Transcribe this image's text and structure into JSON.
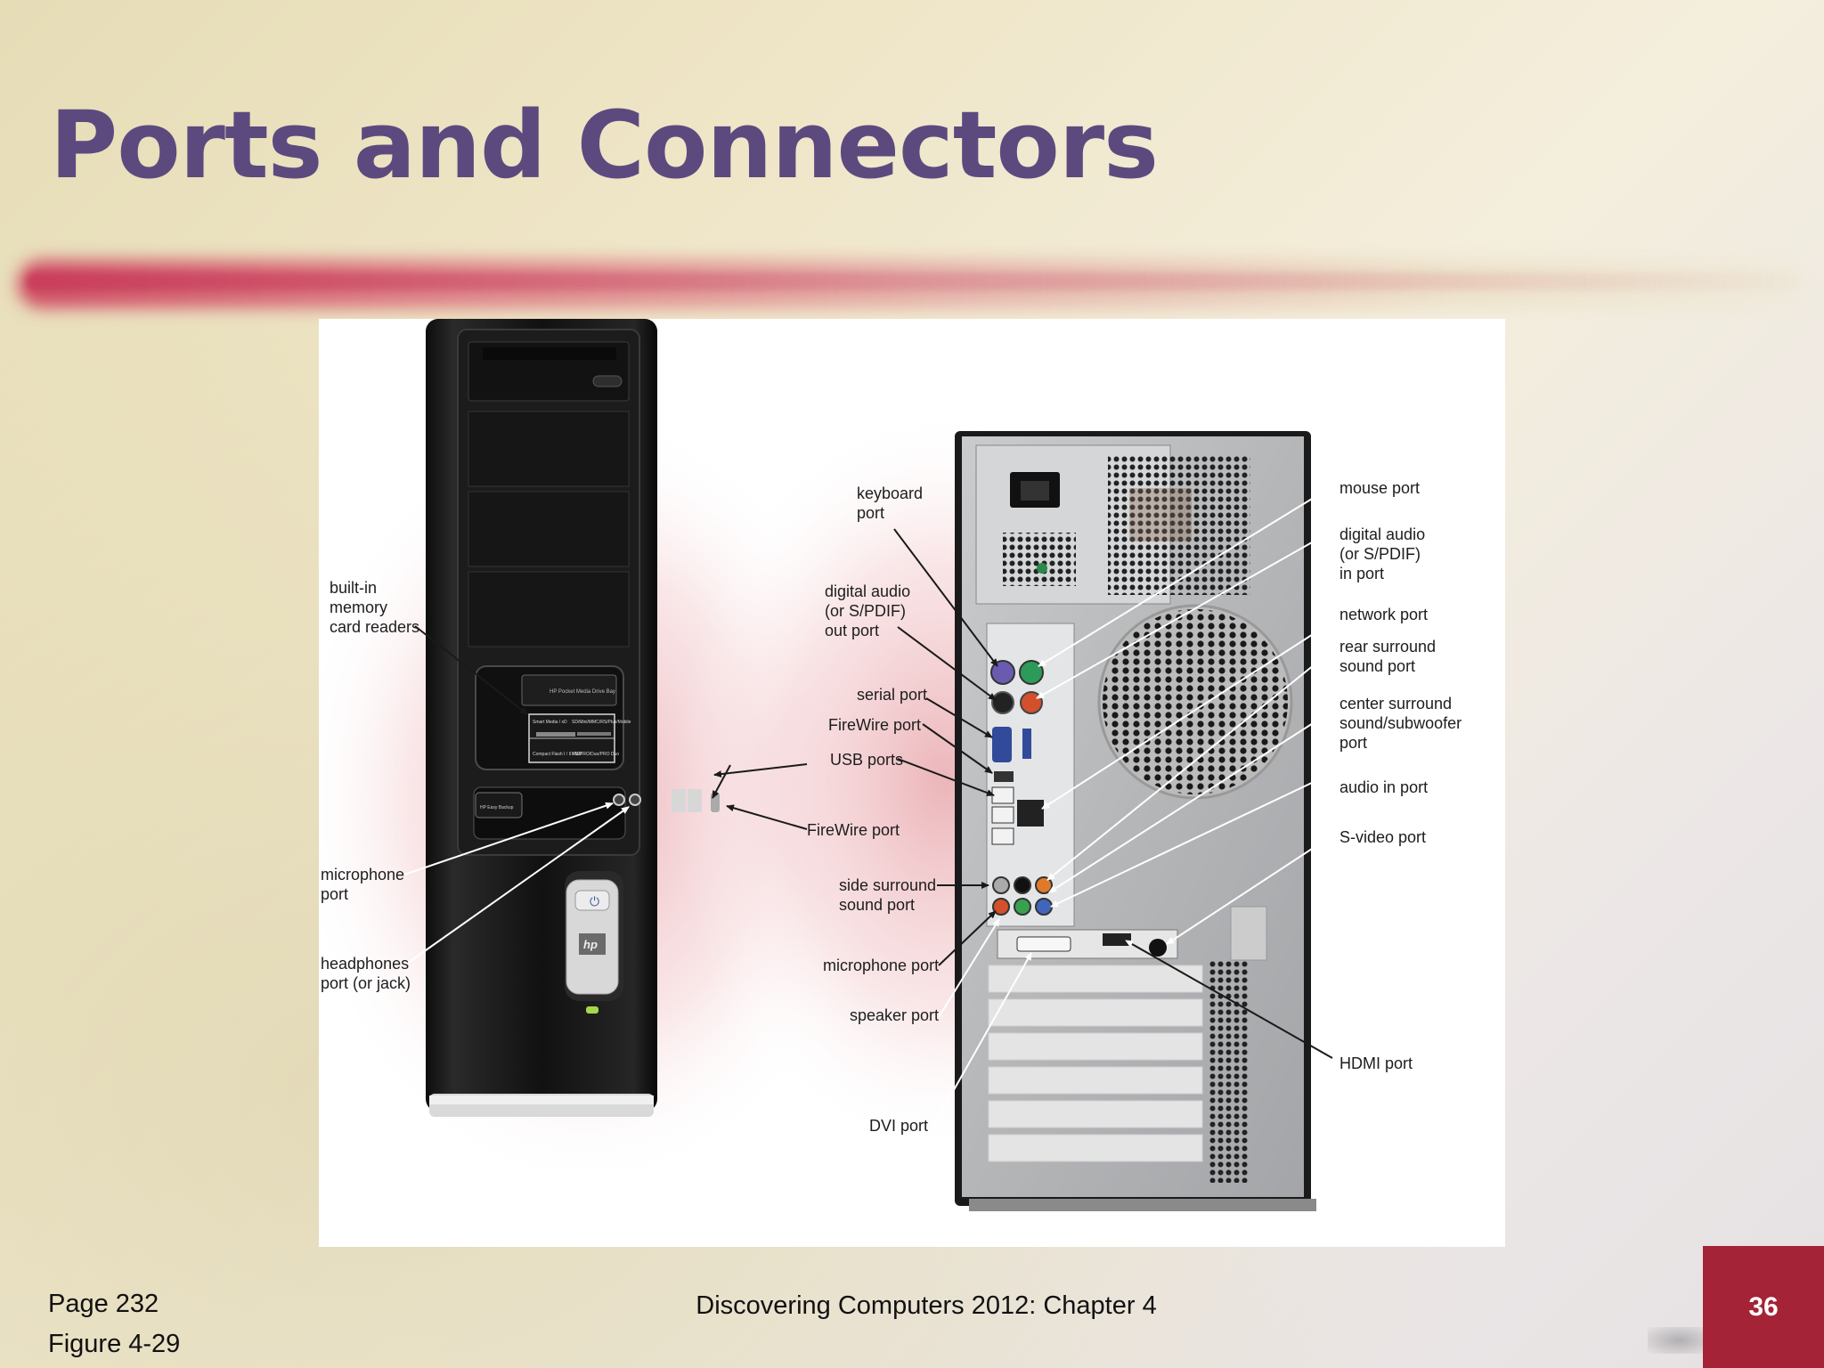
{
  "slide": {
    "title": "Ports and Connectors",
    "footer_page": "Page 232",
    "footer_figure": "Figure 4-29",
    "footer_center": "Discovering Computers 2012: Chapter 4",
    "slide_number": "36"
  },
  "figure": {
    "front_labels": {
      "card_readers": [
        "built-in",
        "memory",
        "card readers"
      ],
      "microphone": [
        "microphone",
        "port"
      ],
      "headphones": [
        "headphones",
        "port (or jack)"
      ]
    },
    "middle_labels": {
      "keyboard": [
        "keyboard",
        "port"
      ],
      "digital_out": [
        "digital audio",
        "(or S/PDIF)",
        "out port"
      ],
      "serial": "serial port",
      "firewire1": "FireWire port",
      "usb": "USB ports",
      "firewire2": "FireWire port",
      "side_surround": [
        "side surround",
        "sound port"
      ],
      "microphone": "microphone port",
      "speaker": "speaker port",
      "dvi": "DVI port"
    },
    "right_labels": {
      "mouse": "mouse port",
      "digital_in": [
        "digital audio",
        "(or S/PDIF)",
        "in port"
      ],
      "network": "network port",
      "rear_surround": [
        "rear surround",
        "sound port"
      ],
      "center_surround": [
        "center surround",
        "sound/subwoofer",
        "port"
      ],
      "audio_in": "audio in port",
      "svideo": "S-video port",
      "hdmi": "HDMI port"
    },
    "device_text": {
      "drive_bay": "HP Pocket Media Drive Bay",
      "reader_row1_left": "Smart Media / xD",
      "reader_row1_right": "SD/Mini/MMC/RS/Plus/Mobile",
      "reader_row2_left": "Compact Flash I / II / MD",
      "reader_row2_right": "MS/PRO/Duo/PRO Duo",
      "easy_backup": "HP Easy Backup",
      "logo": "hp"
    }
  }
}
